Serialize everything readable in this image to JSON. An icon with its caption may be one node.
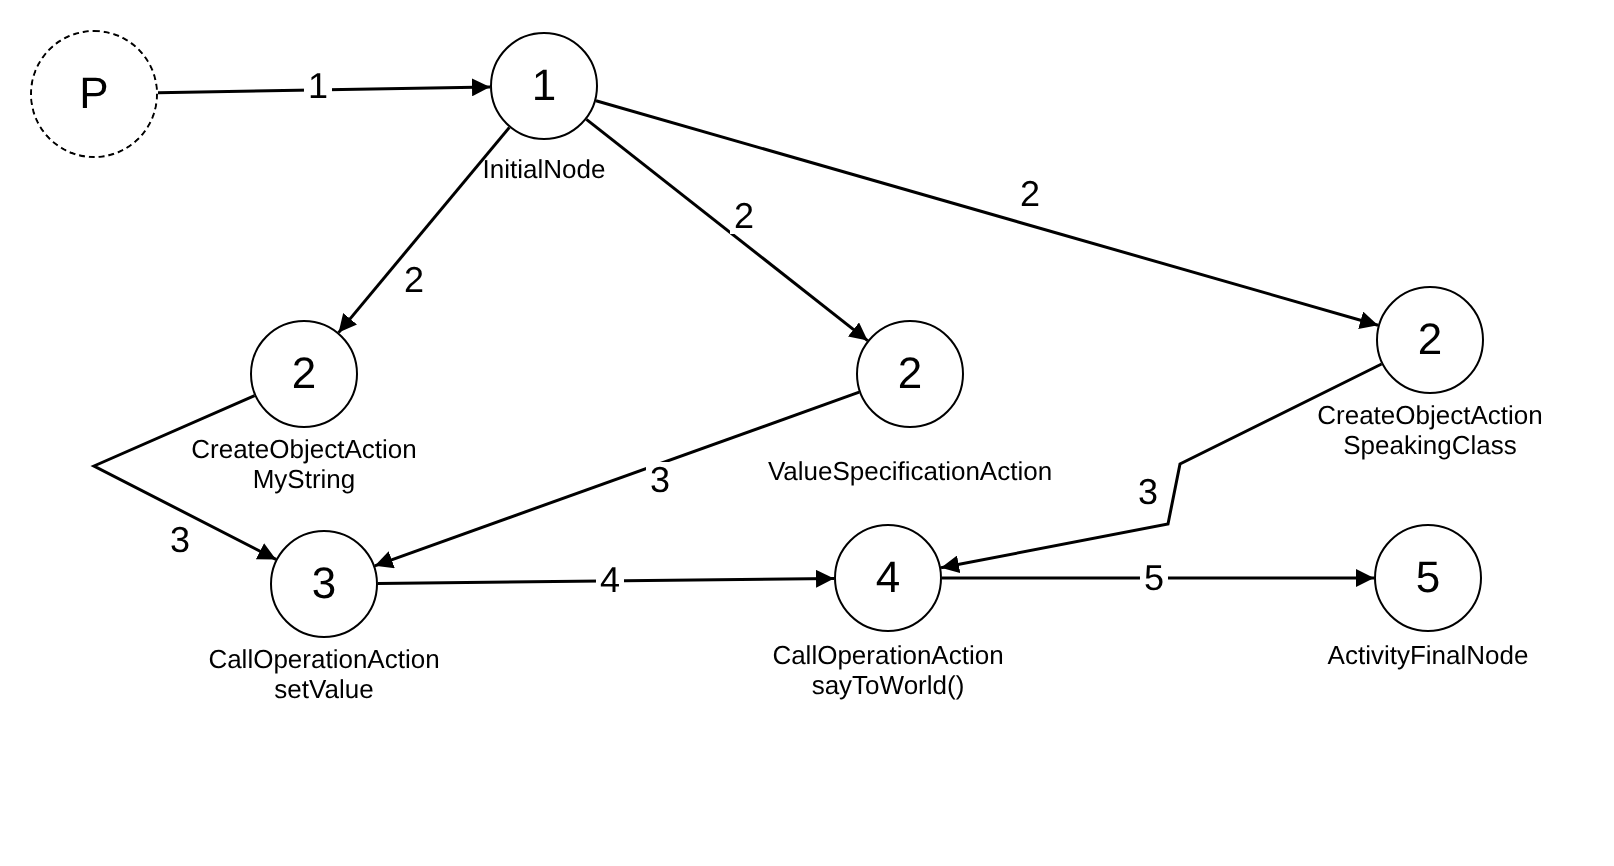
{
  "diagram": {
    "nodes": [
      {
        "text": [
          "P"
        ]
      },
      {
        "text": [
          "1"
        ],
        "beside": [
          "InitialNode"
        ]
      },
      {
        "text": [
          "2"
        ],
        "beside": [
          "CreateObjectAction MyString"
        ]
      },
      {
        "text": [
          "2"
        ],
        "beside": [
          "ValueSpecificationAction"
        ]
      },
      {
        "text": [
          "2"
        ],
        "beside": [
          "CreateObjectAction SpeakingClass"
        ]
      },
      {
        "text": [
          "3"
        ],
        "beside": [
          "CallOperationAction setValue"
        ]
      },
      {
        "text": [
          "4"
        ],
        "beside": [
          "CallOperationAction sayToWorld()"
        ]
      },
      {
        "text": [
          "5"
        ],
        "beside": [
          "ActivityFinalNode"
        ]
      }
    ],
    "edges": [
      {
        "from": 0,
        "to": 1,
        "arrow": "to",
        "label": "1"
      },
      {
        "from": 1,
        "to": 2,
        "arrow": "to",
        "label": "2"
      },
      {
        "from": 1,
        "to": 3,
        "arrow": "to",
        "label": "2"
      },
      {
        "from": 1,
        "to": 4,
        "arrow": "to",
        "label": "2"
      },
      {
        "from": 2,
        "to": 5,
        "arrow": "to",
        "label": "3"
      },
      {
        "from": 3,
        "to": 5,
        "arrow": "to",
        "label": "3"
      },
      {
        "from": 4,
        "to": 6,
        "arrow": "to",
        "label": "3"
      },
      {
        "from": 5,
        "to": 6,
        "arrow": "to",
        "label": "4"
      },
      {
        "from": 6,
        "to": 7,
        "arrow": "to",
        "label": "5"
      }
    ]
  }
}
